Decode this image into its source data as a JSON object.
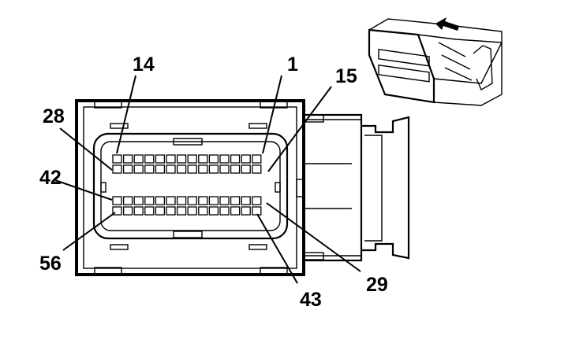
{
  "diagram": {
    "pin_labels": [
      "14",
      "1",
      "15",
      "28",
      "42",
      "56",
      "43",
      "29"
    ],
    "grid": {
      "rows": 4,
      "columns": 14
    },
    "colors": {
      "line": "#000000",
      "background": "#ffffff"
    }
  }
}
